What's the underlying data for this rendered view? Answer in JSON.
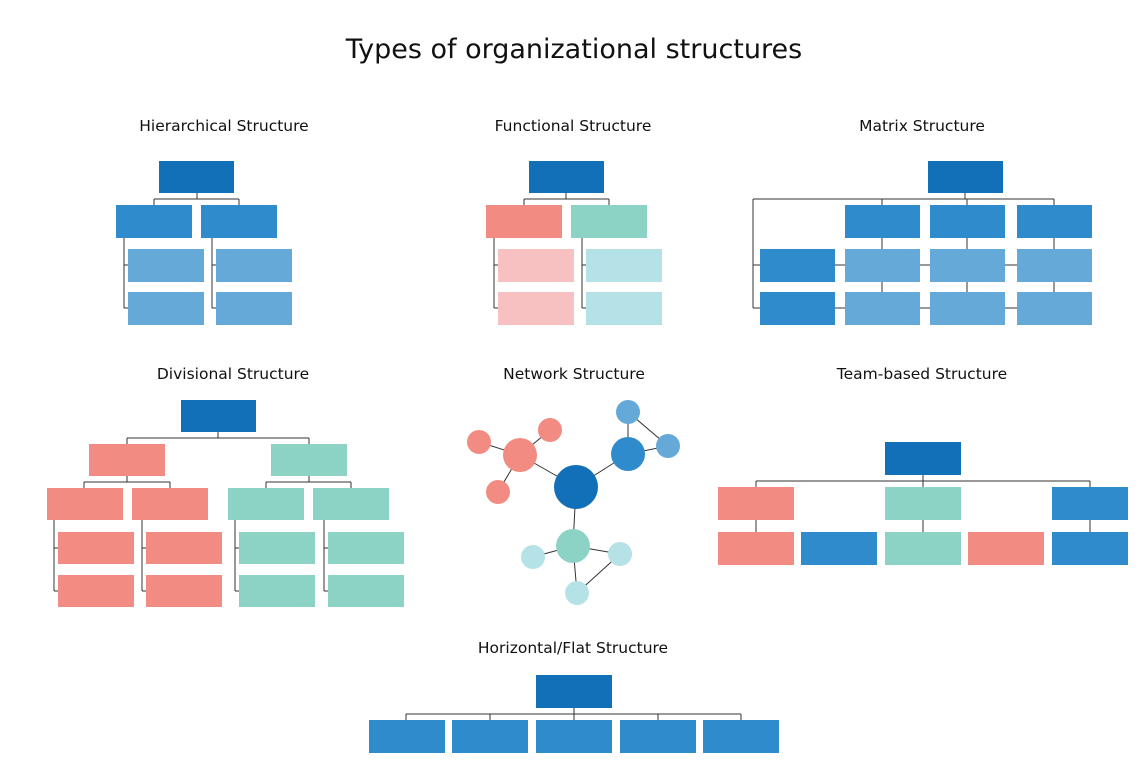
{
  "title": "Types of organizational structures",
  "colors": {
    "dark_blue": "#1270b8",
    "blue": "#2f8bcb",
    "light_blue": "#64a9d8",
    "coral": "#f28b82",
    "light_coral": "#f8c1c1",
    "teal": "#8cd3c5",
    "light_teal": "#b5e2e6",
    "connector": "#333333"
  },
  "diagrams": {
    "hierarchical": {
      "label": "Hierarchical Structure"
    },
    "functional": {
      "label": "Functional Structure"
    },
    "matrix": {
      "label": "Matrix Structure"
    },
    "divisional": {
      "label": "Divisional Structure"
    },
    "network": {
      "label": "Network Structure"
    },
    "team_based": {
      "label": "Team-based Structure"
    },
    "flat": {
      "label": "Horizontal/Flat Structure"
    }
  }
}
